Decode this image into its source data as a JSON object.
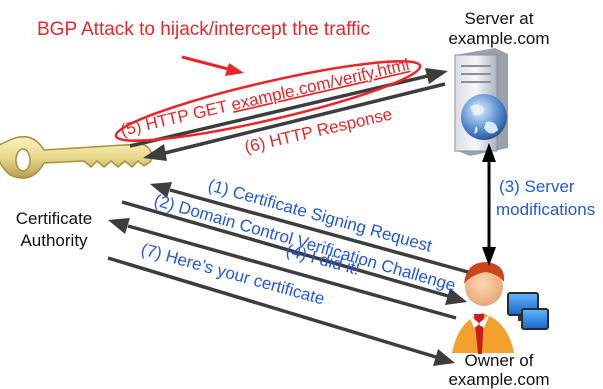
{
  "title": "BGP Attack to hijack/intercept the traffic",
  "server": {
    "line1": "Server at",
    "line2": "example.com"
  },
  "ca": {
    "line1": "Certificate",
    "line2": "Authority"
  },
  "owner": {
    "line1": "Owner of",
    "line2": "example.com"
  },
  "messages": {
    "m5_prefix": "(5) HTTP GET ",
    "m5_url": "example.com/verify.html",
    "m6": "(6) HTTP Response",
    "m1": "(1) Certificate Signing Request",
    "m2": "(2) Domain Control Verification Challenge",
    "m4": "(4) I did it!",
    "m7": "(7) Here’s your certificate",
    "m3_line1": "(3) Server",
    "m3_line2": "modifications"
  },
  "colors": {
    "attack_red": "#e8262a",
    "message_blue": "#2457d9",
    "arrow_dark": "#3d3d3d",
    "key_gold": "#e8d98a"
  }
}
